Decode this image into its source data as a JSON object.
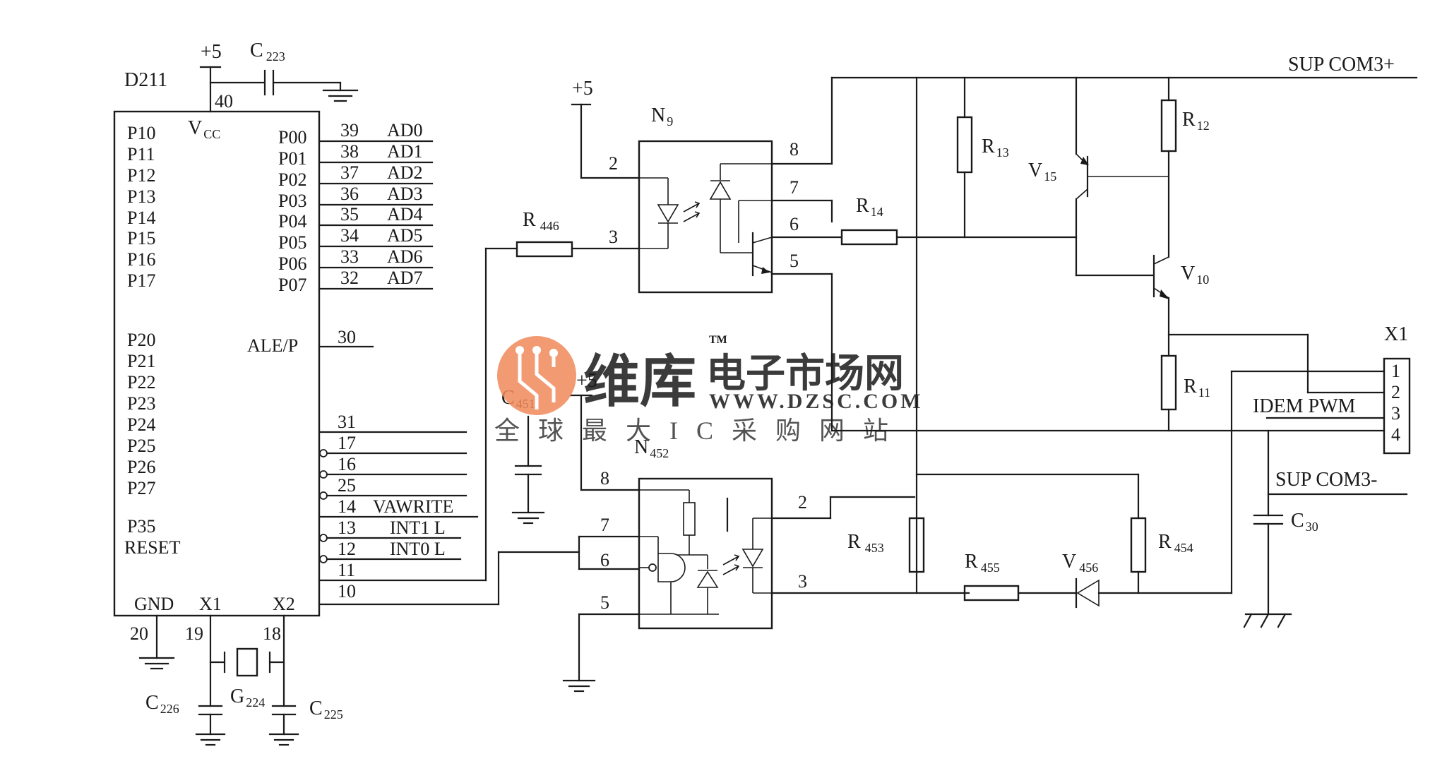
{
  "chip": {
    "ref": "D211",
    "supply": "+5",
    "cap": "C",
    "cap_sub": "223",
    "vcc_pin": "40",
    "vcc": "V",
    "vcc_sub": "CC",
    "left_pins": [
      "P10",
      "P11",
      "P12",
      "P13",
      "P14",
      "P15",
      "P16",
      "P17",
      "P20",
      "P21",
      "P22",
      "P23",
      "P24",
      "P25",
      "P26",
      "P27",
      "P35",
      "RESET"
    ],
    "right_ports": [
      {
        "port": "P00",
        "num": "39",
        "signal": "AD0"
      },
      {
        "port": "P01",
        "num": "38",
        "signal": "AD1"
      },
      {
        "port": "P02",
        "num": "37",
        "signal": "AD2"
      },
      {
        "port": "P03",
        "num": "36",
        "signal": "AD3"
      },
      {
        "port": "P04",
        "num": "35",
        "signal": "AD4"
      },
      {
        "port": "P05",
        "num": "34",
        "signal": "AD5"
      },
      {
        "port": "P06",
        "num": "33",
        "signal": "AD6"
      },
      {
        "port": "P07",
        "num": "32",
        "signal": "AD7"
      }
    ],
    "ale": "ALE/P",
    "ale_pin": "30",
    "lower_pins": [
      {
        "num": "31",
        "signal": ""
      },
      {
        "num": "17",
        "signal": ""
      },
      {
        "num": "16",
        "signal": ""
      },
      {
        "num": "25",
        "signal": ""
      },
      {
        "num": "14",
        "signal": "VAWRITE"
      },
      {
        "num": "13",
        "signal": "INT1 L"
      },
      {
        "num": "12",
        "signal": "INT0 L"
      },
      {
        "num": "11",
        "signal": ""
      },
      {
        "num": "10",
        "signal": ""
      }
    ],
    "gnd": "GND",
    "x1": "X1",
    "x2": "X2",
    "gnd_pin": "20",
    "x1_pin": "19",
    "x2_pin": "18"
  },
  "crystal": {
    "c_left": "C",
    "c_left_sub": "226",
    "xtal": "G",
    "xtal_sub": "224",
    "c_right": "C",
    "c_right_sub": "225"
  },
  "n9": {
    "ref": "N",
    "ref_sub": "9",
    "supply": "+5",
    "pins": [
      "2",
      "3",
      "8",
      "7",
      "6",
      "5"
    ],
    "r446": "R",
    "r446_sub": "446",
    "r14": "R",
    "r14_sub": "14"
  },
  "n452": {
    "ref": "N",
    "ref_sub": "452",
    "supply": "+5",
    "cap": "C",
    "cap_sub": "451",
    "pins": [
      "8",
      "7",
      "6",
      "5",
      "2",
      "3"
    ]
  },
  "driver": {
    "rail_pos": "SUP COM3+",
    "rail_neg": "SUP COM3-",
    "r13": "R",
    "r13_sub": "13",
    "r12": "R",
    "r12_sub": "12",
    "v15": "V",
    "v15_sub": "15",
    "v10": "V",
    "v10_sub": "10",
    "r11": "R",
    "r11_sub": "11",
    "r453": "R",
    "r453_sub": "453",
    "r455": "R",
    "r455_sub": "455",
    "v456": "V",
    "v456_sub": "456",
    "r454": "R",
    "r454_sub": "454",
    "c30": "C",
    "c30_sub": "30"
  },
  "connector": {
    "ref": "X1",
    "pins": [
      "1",
      "2",
      "3",
      "4"
    ],
    "pwm": "IDEM PWM"
  },
  "watermark": {
    "brand_a": "维库",
    "brand_b": "电子市场网",
    "tm": "TM",
    "url": "WWW.DZSC.COM",
    "slogan": "全球最大IC采购网站",
    "color": "#f08a5a"
  }
}
